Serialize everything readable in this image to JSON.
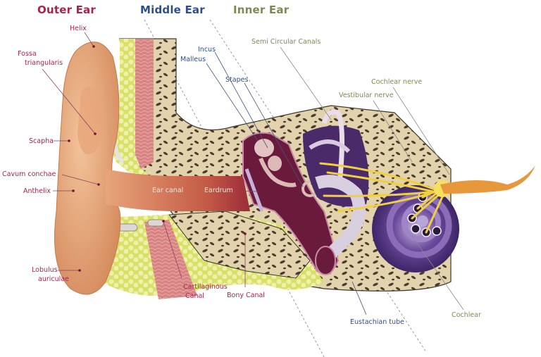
{
  "sections": {
    "outer": {
      "title": "Outer Ear",
      "color": "#a8234e"
    },
    "middle": {
      "title": "Middle Ear",
      "color": "#2d4f8a"
    },
    "inner": {
      "title": "Inner Ear",
      "color": "#7e8a55"
    }
  },
  "labels": {
    "outer_ear": {
      "helix": "Helix",
      "fossa_1": "Fossa",
      "fossa_2": "triangularis",
      "scapha": "Scapha",
      "cavum_conchae": "Cavum conchae",
      "anthelix": "Anthelix",
      "lobulus_1": "Lobulus",
      "lobulus_2": "auriculae",
      "ear_canal": "Ear canal",
      "eardrum": "Eardrum",
      "cartilaginous_1": "Cartilaginous",
      "cartilaginous_2": "Canal",
      "bony_canal": "Bony Canal"
    },
    "middle_ear": {
      "incus": "Incus",
      "malleus": "Malleus",
      "stapes": "Stapes",
      "eustachian_tube": "Eustachian tube"
    },
    "inner_ear": {
      "semi_circular_canals": "Semi Circular Canals",
      "cochlear_nerve": "Cochlear nerve",
      "vestibular_nerve": "Vestibular nerve",
      "cochlear": "Cochlear"
    }
  },
  "colors": {
    "skin": "#e7a877",
    "skin_dark": "#c77a4f",
    "bone": "#e6d7b2",
    "bone_holes": "#4a3b30",
    "fat": "#dfe58a",
    "muscle": "#d98a8a",
    "cavity": "#6a1b3c",
    "cochlea": "#6a4a9a",
    "nerve": "#f0d040"
  }
}
